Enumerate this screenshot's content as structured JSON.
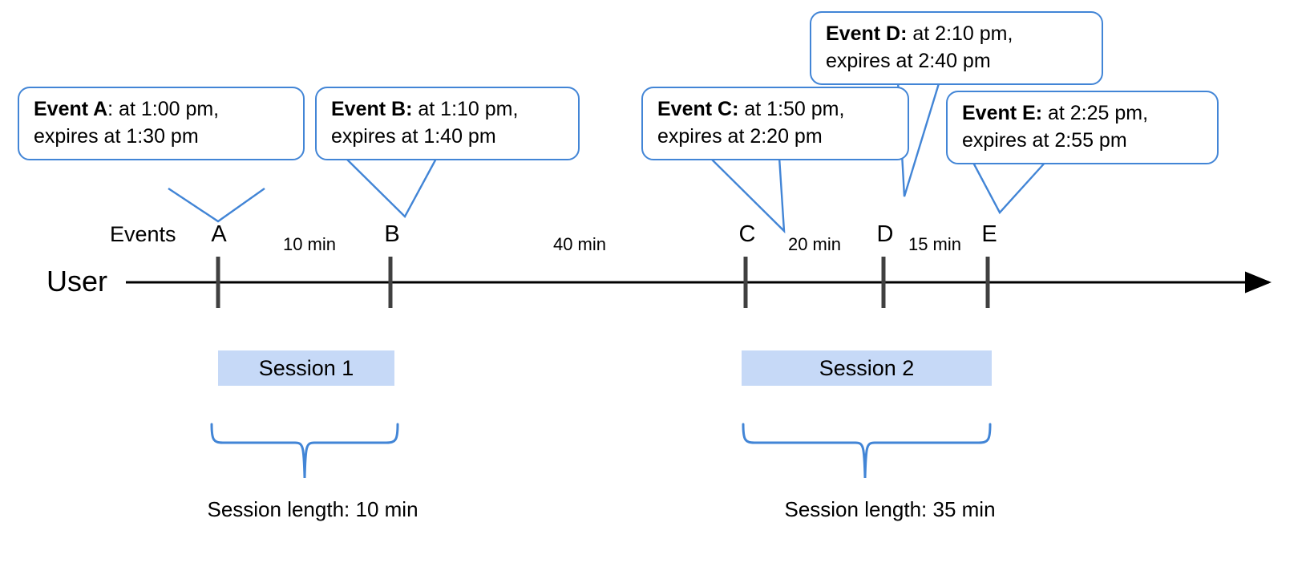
{
  "diagram": {
    "title_absent": true,
    "lane_labels": {
      "events": "Events",
      "user": "User"
    },
    "colors": {
      "callout_border": "#4285d6",
      "callout_fill": "#ffffff",
      "session_fill": "#c6d9f7",
      "axis": "#000000",
      "tick": "#404040",
      "brace": "#4285d6",
      "text": "#000000"
    },
    "callouts": [
      {
        "id": "A",
        "name": "Event A",
        "separator": ":",
        "line1": " at 1:00 pm,",
        "line2": "expires at 1:30 pm",
        "start_time": "1:00 pm",
        "expiry_time": "1:30 pm"
      },
      {
        "id": "B",
        "name": "Event B",
        "separator": ":",
        "line1": " at 1:10 pm,",
        "line2": "expires at 1:40 pm",
        "start_time": "1:10 pm",
        "expiry_time": "1:40 pm"
      },
      {
        "id": "C",
        "name": "Event C",
        "separator": ":",
        "line1": " at 1:50 pm,",
        "line2": "expires at 2:20 pm",
        "start_time": "1:50 pm",
        "expiry_time": "2:20 pm"
      },
      {
        "id": "D",
        "name": "Event D",
        "separator": ":",
        "line1": " at 2:10 pm,",
        "line2": "expires at 2:40 pm",
        "start_time": "2:10 pm",
        "expiry_time": "2:40 pm"
      },
      {
        "id": "E",
        "name": "Event E",
        "separator": ":",
        "line1": " at 2:25 pm,",
        "line2": "expires at 2:55 pm",
        "start_time": "2:25 pm",
        "expiry_time": "2:55 pm"
      }
    ],
    "ticks": [
      {
        "label": "A"
      },
      {
        "label": "B"
      },
      {
        "label": "C"
      },
      {
        "label": "D"
      },
      {
        "label": "E"
      }
    ],
    "gaps": [
      {
        "label": "10 min",
        "from": "A",
        "to": "B"
      },
      {
        "label": "40 min",
        "from": "B",
        "to": "C"
      },
      {
        "label": "20 min",
        "from": "C",
        "to": "D"
      },
      {
        "label": "15 min",
        "from": "D",
        "to": "E"
      }
    ],
    "sessions": [
      {
        "label": "Session 1",
        "length_label": "Session length: 10 min",
        "length_min": 10,
        "events": [
          "A",
          "B"
        ]
      },
      {
        "label": "Session 2",
        "length_label": "Session length: 35 min",
        "length_min": 35,
        "events": [
          "C",
          "D",
          "E"
        ]
      }
    ]
  }
}
